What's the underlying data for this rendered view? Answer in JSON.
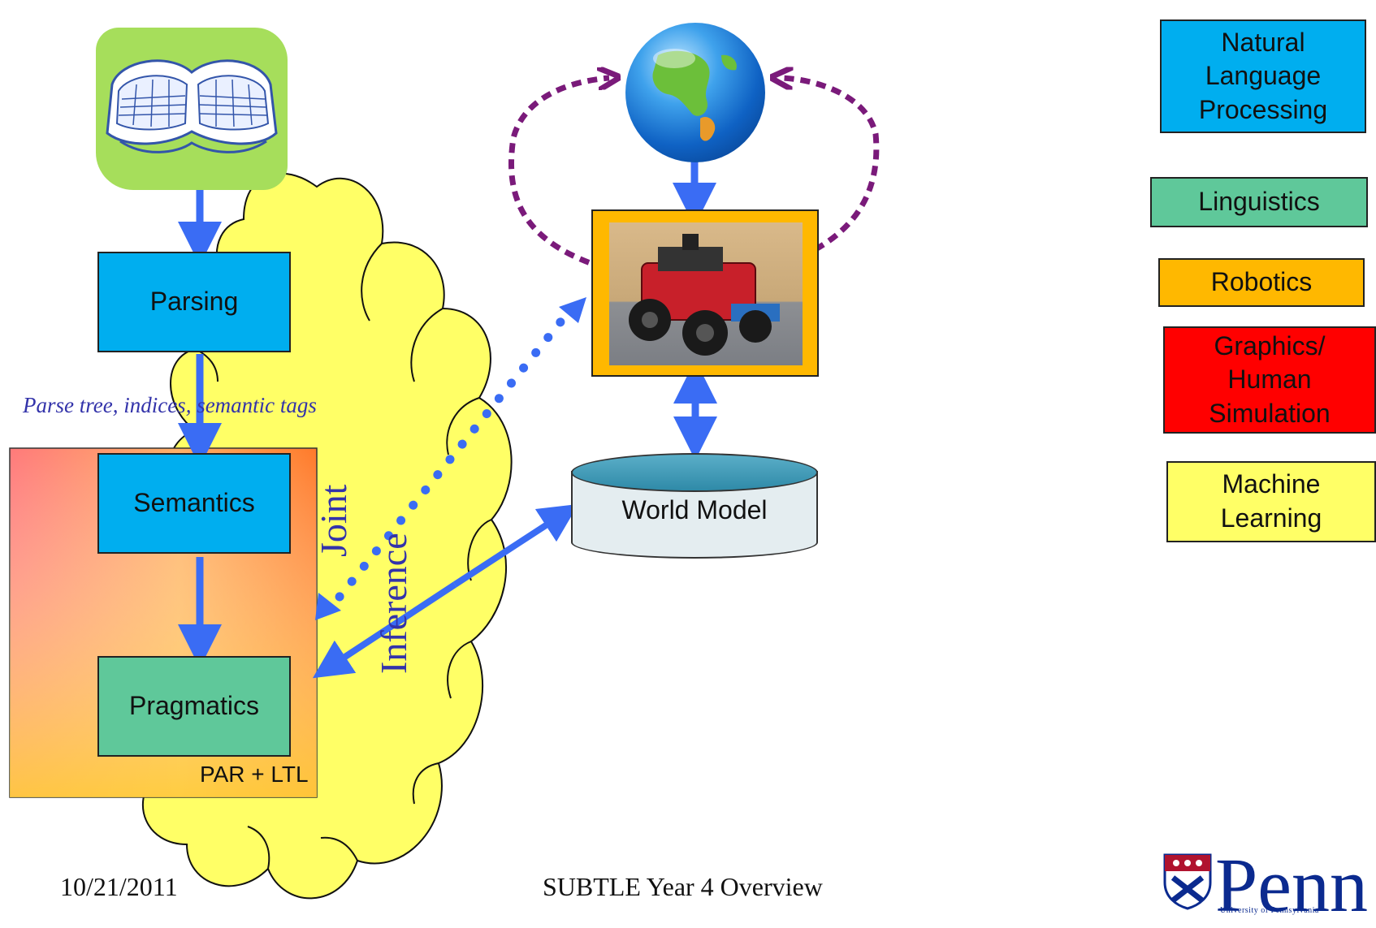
{
  "diagram": {
    "boxes": {
      "parsing": "Parsing",
      "semantics": "Semantics",
      "pragmatics": "Pragmatics",
      "par_ltl": "PAR + LTL",
      "world_model": "World Model"
    },
    "annotation": "Parse tree, indices, semantic tags",
    "joint_inference": {
      "word1": "Joint",
      "word2": "Inference"
    }
  },
  "legend": {
    "items": [
      {
        "label": "Natural Language Processing",
        "color": "#00aeef"
      },
      {
        "label": "Linguistics",
        "color": "#5fc89a"
      },
      {
        "label": "Robotics",
        "color": "#ffb800"
      },
      {
        "label": "Graphics/ Human Simulation",
        "color": "#ff0000"
      },
      {
        "label": "Machine Learning",
        "color": "#ffff66"
      }
    ]
  },
  "footer": {
    "date": "10/21/2011",
    "title": "SUBTLE Year 4 Overview"
  },
  "logo": {
    "wordmark": "Penn",
    "subtitle": "University of Pennsylvania"
  },
  "colors": {
    "arrow_blue": "#3a6cf4",
    "dotted_purple": "#7a1a7a",
    "cloud_yellow": "#ffff66"
  }
}
